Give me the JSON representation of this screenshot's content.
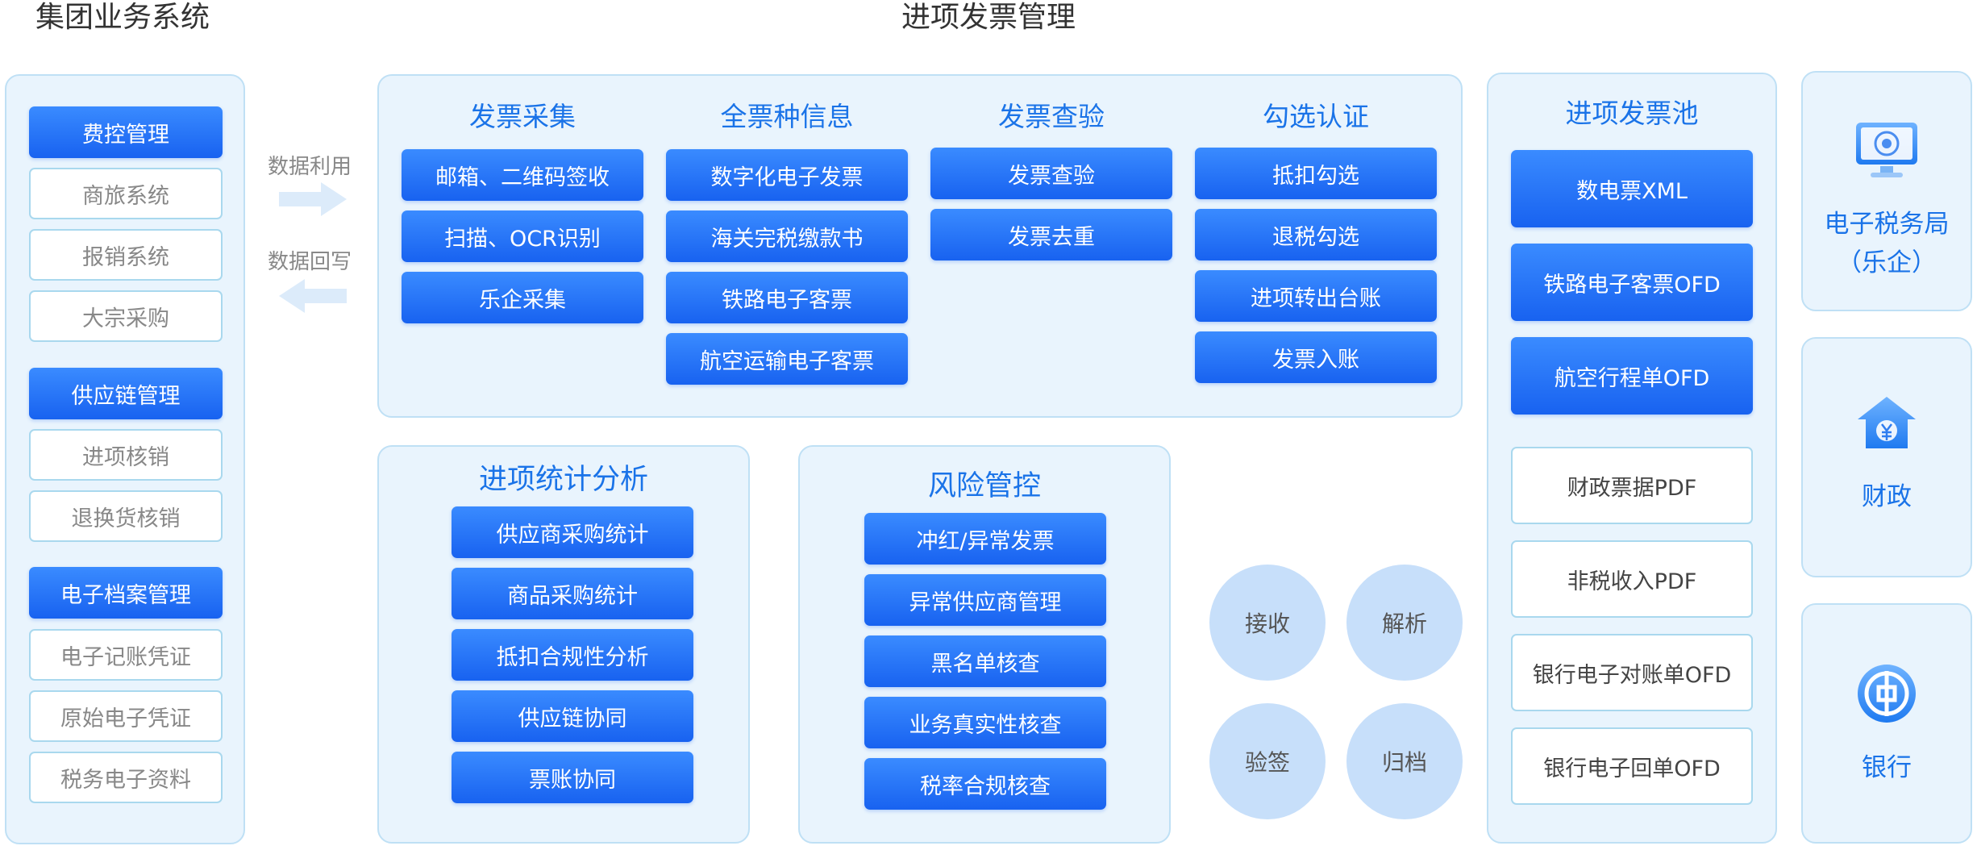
{
  "titles": {
    "left": "集团业务系统",
    "center": "进项发票管理"
  },
  "group_systems": {
    "groups": [
      {
        "header": "费控管理",
        "items": [
          "商旅系统",
          "报销系统",
          "大宗采购"
        ]
      },
      {
        "header": "供应链管理",
        "items": [
          "进项核销",
          "退换货核销"
        ]
      },
      {
        "header": "电子档案管理",
        "items": [
          "电子记账凭证",
          "原始电子凭证",
          "税务电子资料"
        ]
      }
    ]
  },
  "flows": {
    "use": "数据利用",
    "writeback": "数据回写"
  },
  "top_panel": {
    "columns": [
      {
        "title": "发票采集",
        "items": [
          "邮箱、二维码签收",
          "扫描、OCR识别",
          "乐企采集"
        ]
      },
      {
        "title": "全票种信息",
        "items": [
          "数字化电子发票",
          "海关完税缴款书",
          "铁路电子客票",
          "航空运输电子客票"
        ]
      },
      {
        "title": "发票查验",
        "items": [
          "发票查验",
          "发票去重"
        ]
      },
      {
        "title": "勾选认证",
        "items": [
          "抵扣勾选",
          "退税勾选",
          "进项转出台账",
          "发票入账"
        ]
      }
    ]
  },
  "stats_panel": {
    "title": "进项统计分析",
    "items": [
      "供应商采购统计",
      "商品采购统计",
      "抵扣合规性分析",
      "供应链协同",
      "票账协同"
    ]
  },
  "risk_panel": {
    "title": "风险管控",
    "items": [
      "冲红/异常发票",
      "异常供应商管理",
      "黑名单核查",
      "业务真实性核查",
      "税率合规核查"
    ]
  },
  "circles": [
    "接收",
    "解析",
    "验签",
    "归档"
  ],
  "pool": {
    "title": "进项发票池",
    "primary": [
      "数电票XML",
      "铁路电子客票OFD",
      "航空行程单OFD"
    ],
    "secondary": [
      "财政票据PDF",
      "非税收入PDF",
      "银行电子对账单OFD",
      "银行电子回单OFD"
    ]
  },
  "external": {
    "tax_line1": "电子税务局",
    "tax_line2": "（乐企）",
    "finance": "财政",
    "bank": "银行"
  },
  "icons": {
    "tax": "monitor-seal-icon",
    "finance": "house-yuan-icon",
    "bank": "bank-coin-icon"
  },
  "colors": {
    "accent": "#1a73e8",
    "panel_bg": "#e9f4fd",
    "panel_border": "#bfe0f5",
    "circle": "#c7dffa"
  }
}
